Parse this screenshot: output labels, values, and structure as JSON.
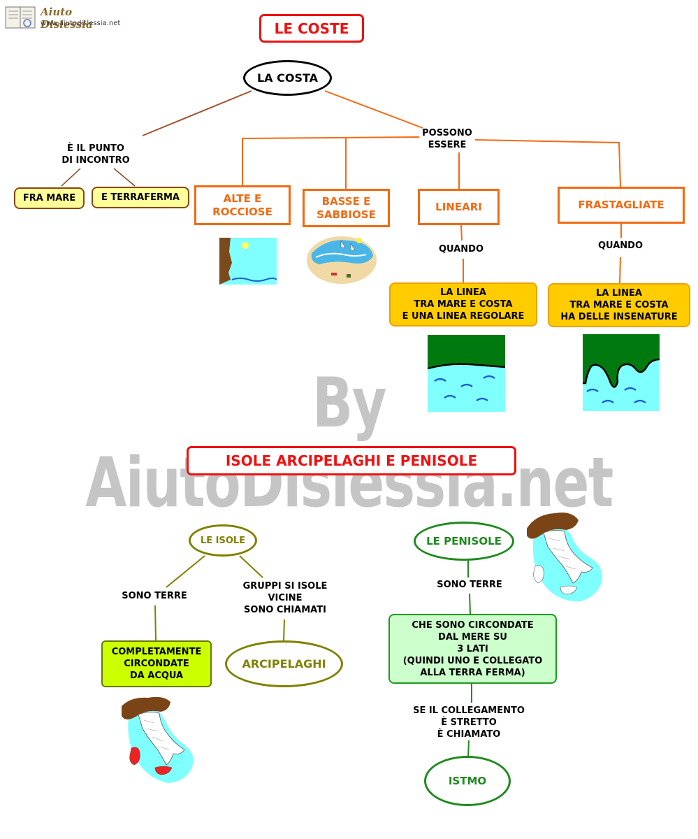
{
  "logo": {
    "name": "Aiuto Dislessia",
    "url": "www.aiutodislessia.net"
  },
  "watermark": "By AiutoDislessia.net",
  "section1": {
    "title": "LE COSTE",
    "root": "LA COSTA",
    "left_label": "È IL PUNTO\nDI INCONTRO",
    "left_items": [
      "FRA MARE",
      "E TERRAFERMA"
    ],
    "right_label": "POSSONO\nESSERE",
    "types": [
      "ALTE E\nROCCIOSE",
      "BASSE E\nSABBIOSE",
      "LINEARI",
      "FRASTAGLIATE"
    ],
    "when_label": "QUANDO",
    "lineari_desc": "LA LINEA\nTRA MARE E COSTA\nE UNA LINEA REGOLARE",
    "frastagliate_desc": "LA LINEA\nTRA MARE E COSTA\nHA DELLE INSENATURE"
  },
  "section2": {
    "title": "ISOLE ARCIPELAGHI E PENISOLE",
    "isole": {
      "node": "LE ISOLE",
      "left_label": "SONO TERRE",
      "left_box": "COMPLETAMENTE\nCIRCONDATE\nDA ACQUA",
      "right_label": "GRUPPI SI ISOLE\nVICINE\nSONO CHIAMATI",
      "right_node": "ARCIPELAGHI"
    },
    "penisole": {
      "node": "LE PENISOLE",
      "label1": "SONO TERRE",
      "box": "CHE SONO CIRCONDATE\nDAL MERE SU\n3 LATI\n(QUINDI UNO E COLLEGATO\nALLA TERRA FERMA)",
      "label2": "SE IL COLLEGAMENTO\nÈ STRETTO\nÈ CHIAMATO",
      "end_node": "ISTMO"
    }
  },
  "colors": {
    "title_red": "#ee1111",
    "orange": "#f26a12",
    "brown": "#a0522d",
    "olive": "#808000",
    "green": "#1f8a1f",
    "water": "#80ffff",
    "land": "#007a0f"
  }
}
